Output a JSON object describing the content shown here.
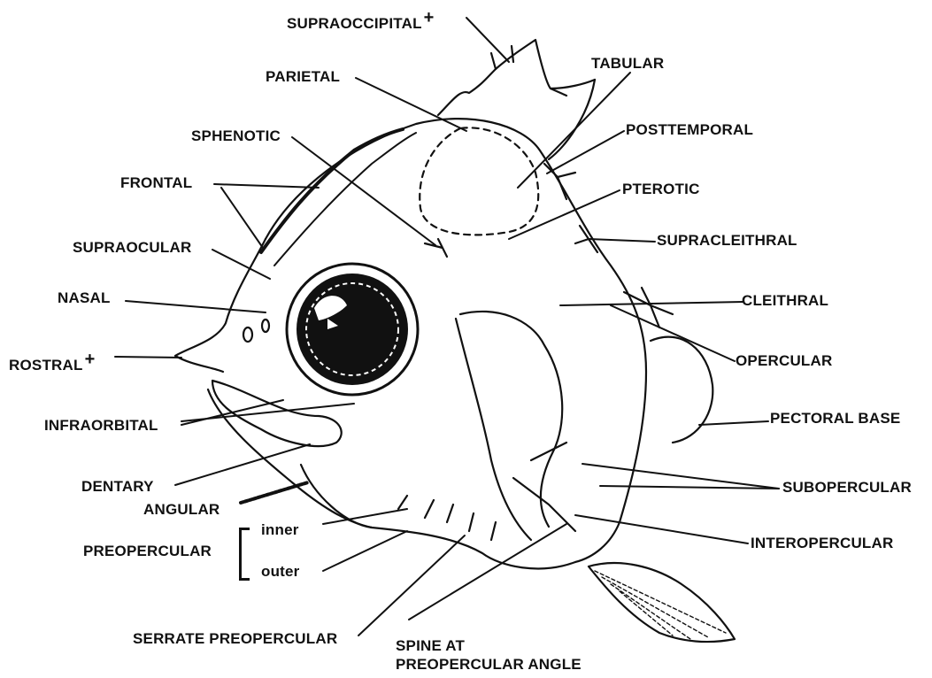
{
  "labels": {
    "supraoccipital": "SUPRAOCCIPITAL",
    "supraoccipital_mark": "+",
    "tabular": "TABULAR",
    "parietal": "PARIETAL",
    "posttemporal": "POSTTEMPORAL",
    "sphenotic": "SPHENOTIC",
    "frontal": "FRONTAL",
    "pterotic": "PTEROTIC",
    "supracleithral": "SUPRACLEITHRAL",
    "supraocular": "SUPRAOCULAR",
    "nasal": "NASAL",
    "cleithral": "CLEITHRAL",
    "rostral": "ROSTRAL",
    "rostral_mark": "+",
    "opercular": "OPERCULAR",
    "infraorbital": "INFRAORBITAL",
    "pectoral_base": "PECTORAL BASE",
    "dentary": "DENTARY",
    "subopercular": "SUBOPERCULAR",
    "angular": "ANGULAR",
    "inner": "inner",
    "preopercular": "PREOPERCULAR",
    "outer": "outer",
    "interopercular": "INTEROPERCULAR",
    "serrate_preopercular": "SERRATE PREOPERCULAR",
    "spine_line1": "SPINE AT",
    "spine_line2": "PREOPERCULAR ANGLE"
  }
}
